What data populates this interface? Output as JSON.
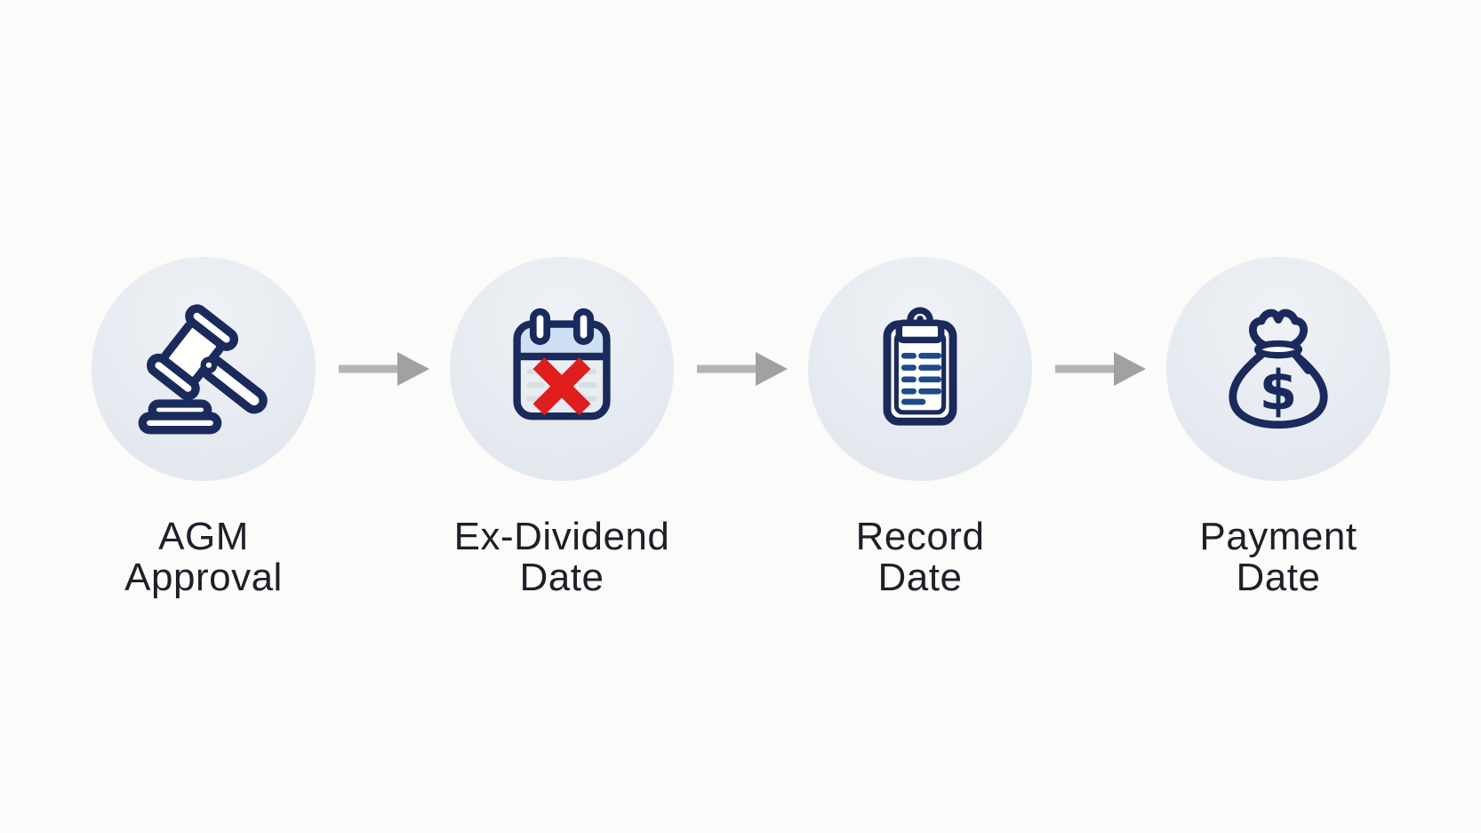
{
  "diagram": {
    "type": "process-flow",
    "steps": [
      {
        "id": "agm-approval",
        "line1": "AGM",
        "line2": "Approval",
        "icon": "gavel-icon"
      },
      {
        "id": "ex-dividend-date",
        "line1": "Ex-Dividend",
        "line2": "Date",
        "icon": "calendar-x-icon"
      },
      {
        "id": "record-date",
        "line1": "Record",
        "line2": "Date",
        "icon": "clipboard-icon"
      },
      {
        "id": "payment-date",
        "line1": "Payment",
        "line2": "Date",
        "icon": "money-bag-icon"
      }
    ],
    "connector": "right-arrow",
    "colors": {
      "background": "#fbfbf9",
      "circle_top": "#eff2f6",
      "circle_bottom": "#dfe5ec",
      "icon_navy": "#1a2a5c",
      "line_blue": "#1c4a8a",
      "calendar_header": "#cfe0f4",
      "cancel_red": "#df1d1d",
      "gray_row": "#d8dce3",
      "arrow_shaft": "#b3b3b3",
      "arrow_head": "#a1a1a1",
      "label_text": "#1f1f29"
    }
  }
}
